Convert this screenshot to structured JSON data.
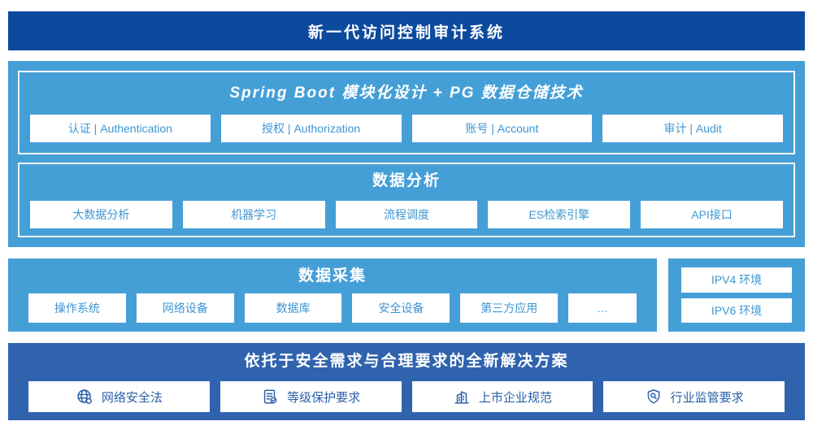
{
  "banner": {
    "title": "新一代访问控制审计系统"
  },
  "platform": {
    "modules": {
      "title": "Spring Boot 模块化设计 + PG 数据仓储技术",
      "items": [
        "认证 | Authentication",
        "授权 | Authorization",
        "账号 | Account",
        "审计 | Audit"
      ]
    },
    "analysis": {
      "title": "数据分析",
      "items": [
        "大数据分析",
        "机器学习",
        "流程调度",
        "ES检索引擎",
        "API接口"
      ]
    }
  },
  "collection": {
    "title": "数据采集",
    "items": [
      "操作系统",
      "网络设备",
      "数据库",
      "安全设备",
      "第三方应用",
      "…"
    ]
  },
  "environment": {
    "items": [
      "IPV4 环境",
      "IPV6 环境"
    ]
  },
  "solution": {
    "title": "依托于安全需求与合理要求的全新解决方案",
    "items": [
      {
        "icon": "globe-icon",
        "label": "网络安全法"
      },
      {
        "icon": "document-check-icon",
        "label": "等级保护要求"
      },
      {
        "icon": "building-icon",
        "label": "上市企业规范"
      },
      {
        "icon": "shield-search-icon",
        "label": "行业监管要求"
      }
    ]
  },
  "colors": {
    "banner_bg": "#0c4a9e",
    "section_light_blue": "#459fd7",
    "solution_bg": "#3063ae",
    "box_text_light": "#3d96d2",
    "box_text_dark": "#2b5fa9",
    "box_bg": "#ffffff"
  }
}
